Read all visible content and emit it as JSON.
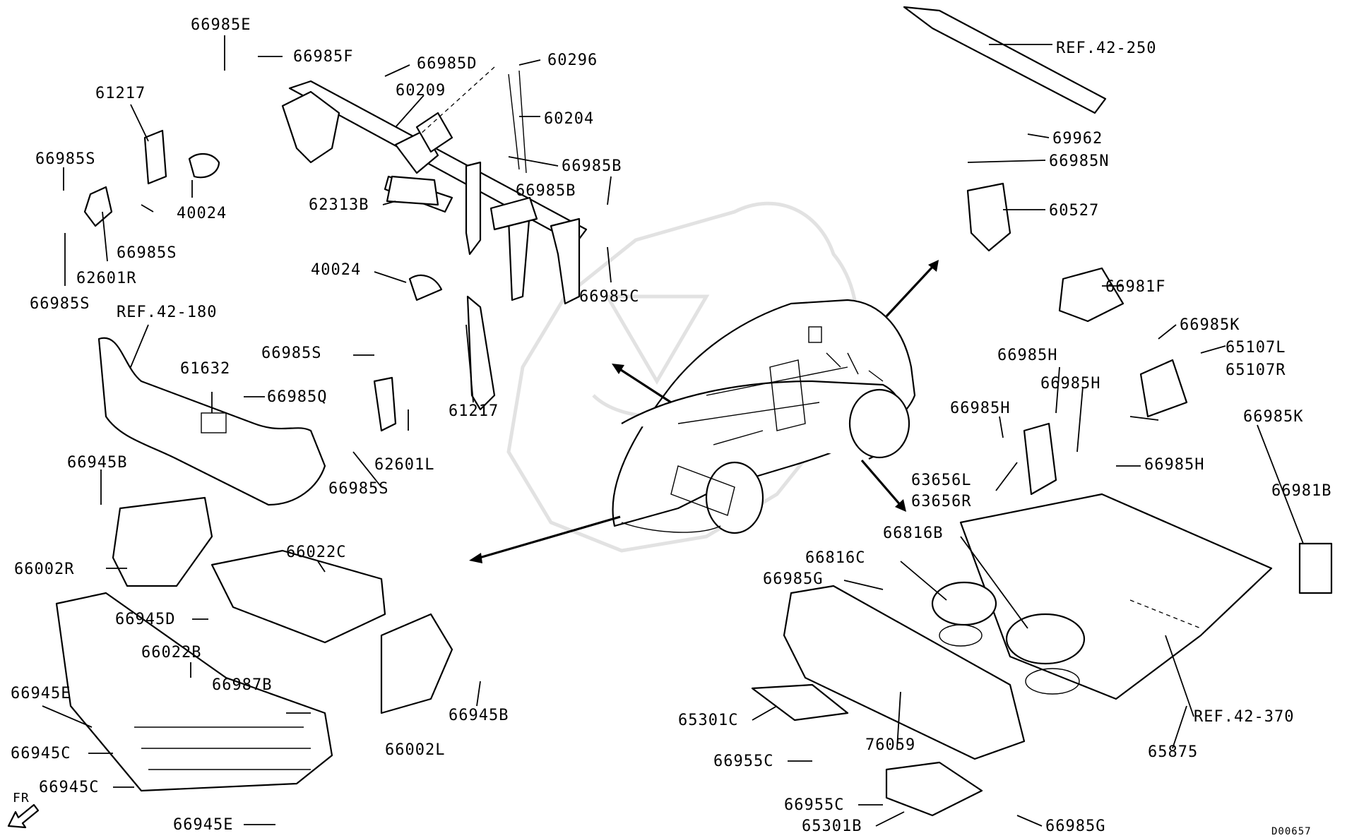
{
  "diagram_id": "D00657",
  "direction_marker": "FR",
  "labels": {
    "p66985E": "66985E",
    "p66985F": "66985F",
    "p66985D": "66985D",
    "p60296": "60296",
    "p60209": "60209",
    "p60204": "60204",
    "p61217_a": "61217",
    "p66985S_a": "66985S",
    "p40024_a": "40024",
    "p66985B_a": "66985B",
    "p66985B_b": "66985B",
    "p66985S_b": "66985S",
    "p62313B": "62313B",
    "p62601R": "62601R",
    "p66985C": "66985C",
    "p66985S_c": "66985S",
    "p40024_b": "40024",
    "p_ref_42_180": "REF.42-180",
    "p66985S_d": "66985S",
    "p61632": "61632",
    "p66985Q": "66985Q",
    "p61217_b": "61217",
    "p62601L": "62601L",
    "p66985S_e": "66985S",
    "p66945B_a": "66945B",
    "p66002R": "66002R",
    "p66022C": "66022C",
    "p66945D": "66945D",
    "p66022B": "66022B",
    "p66987B": "66987B",
    "p66945B_b": "66945B",
    "p66945E_a": "66945E",
    "p66002L": "66002L",
    "p66945C_a": "66945C",
    "p66945C_b": "66945C",
    "p66945E_b": "66945E",
    "p_ref_42_250": "REF.42-250",
    "p69962": "69962",
    "p66985N": "66985N",
    "p60527": "60527",
    "p66981F": "66981F",
    "p66985K_a": "66985K",
    "p65107L": "65107L",
    "p65107R": "65107R",
    "p66985H_a": "66985H",
    "p66985H_b": "66985H",
    "p66985H_c": "66985H",
    "p66985K_b": "66985K",
    "p66985H_d": "66985H",
    "p63656L": "63656L",
    "p63656R": "63656R",
    "p66981B": "66981B",
    "p66816B": "66816B",
    "p66816C": "66816C",
    "p66985G_a": "66985G",
    "p65301C": "65301C",
    "p76059": "76059",
    "p66955C_a": "66955C",
    "p66955C_b": "66955C",
    "p65301B": "65301B",
    "p66985G_b": "66985G",
    "p_ref_42_370": "REF.42-370",
    "p65875": "65875"
  }
}
